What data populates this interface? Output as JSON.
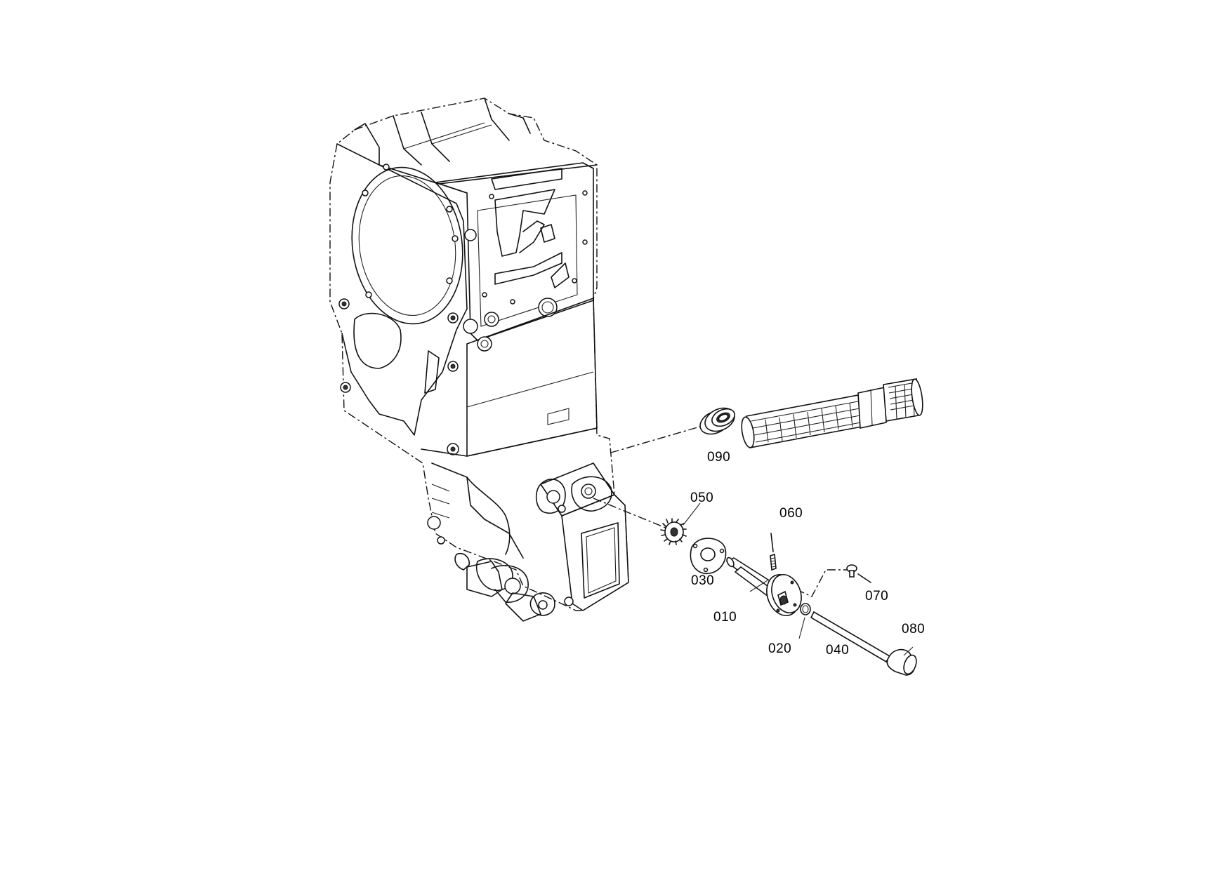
{
  "callouts": {
    "p010": "010",
    "p020": "020",
    "p030": "030",
    "p040": "040",
    "p050": "050",
    "p060": "060",
    "p070": "070",
    "p080": "080",
    "p090": "090"
  }
}
